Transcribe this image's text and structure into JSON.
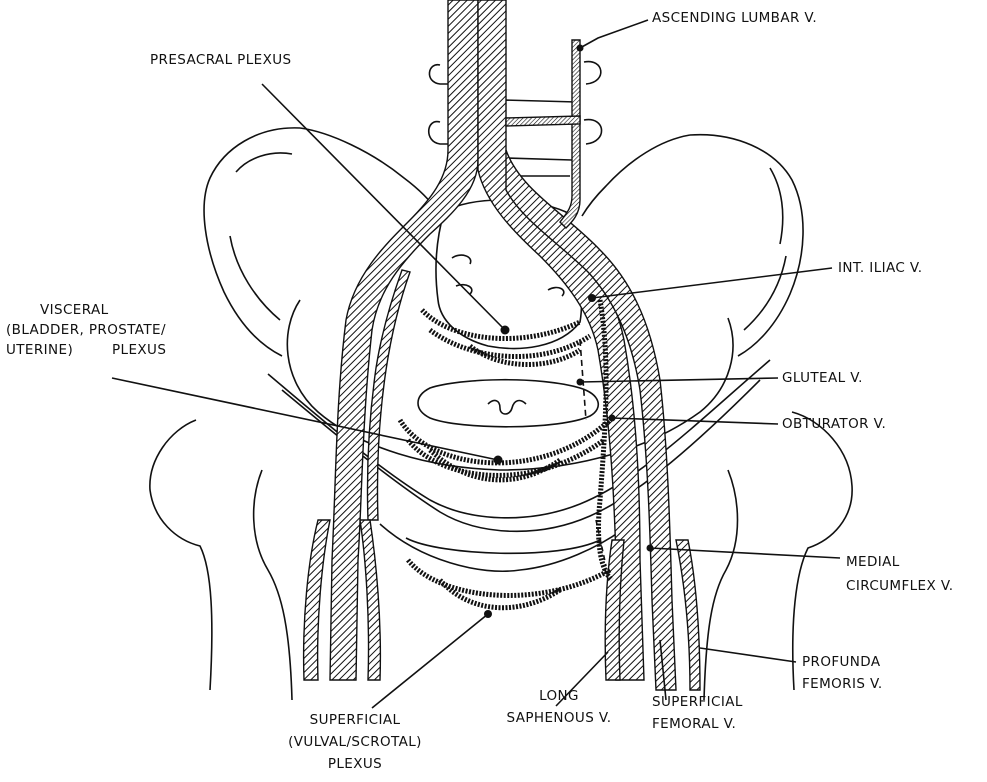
{
  "labels": {
    "ascending_lumbar": "ASCENDING LUMBAR V.",
    "presacral": "PRESACRAL PLEXUS",
    "int_iliac": "INT. ILIAC V.",
    "visceral_1": "VISCERAL",
    "visceral_2": "(BLADDER, PROSTATE/",
    "visceral_3": "UTERINE)",
    "visceral_4": "PLEXUS",
    "gluteal": "GLUTEAL V.",
    "obturator": "OBTURATOR V.",
    "medial_circ_1": "MEDIAL",
    "medial_circ_2": "CIRCUMFLEX V.",
    "profunda_1": "PROFUNDA",
    "profunda_2": "FEMORIS V.",
    "superficial_plexus_1": "SUPERFICIAL",
    "superficial_plexus_2": "(VULVAL/SCROTAL)",
    "superficial_plexus_3": "PLEXUS",
    "long_saphenous_1": "LONG",
    "long_saphenous_2": "SAPHENOUS V.",
    "superficial_femoral_1": "SUPERFICIAL",
    "superficial_femoral_2": "FEMORAL V."
  }
}
